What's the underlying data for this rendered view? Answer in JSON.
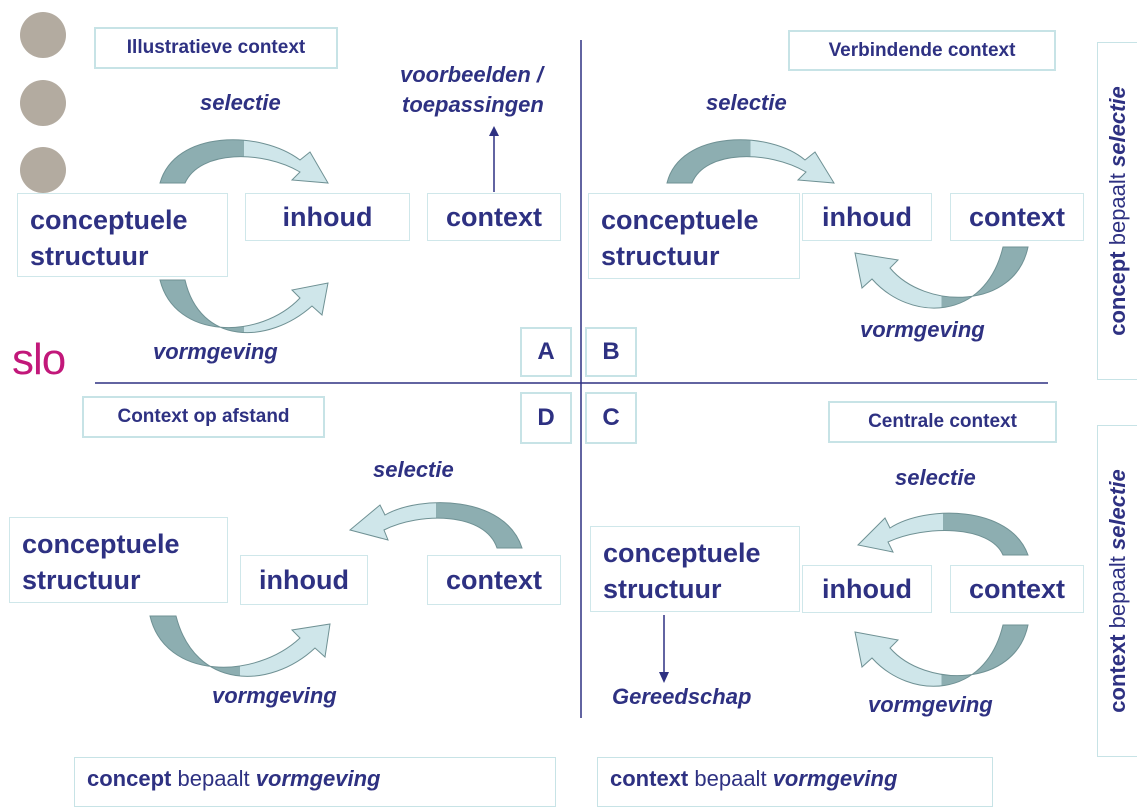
{
  "logo": "slo",
  "quadrants": {
    "A": {
      "letter": "A",
      "title": "Illustratieve context",
      "selectie": "selectie",
      "vormgeving": "vormgeving",
      "concept": [
        "conceptuele",
        "structuur"
      ],
      "inhoud": "inhoud",
      "context": "context",
      "voorbeelden": [
        "voorbeelden /",
        "toepassingen"
      ]
    },
    "B": {
      "letter": "B",
      "title": "Verbindende context",
      "selectie": "selectie",
      "vormgeving": "vormgeving",
      "concept": [
        "conceptuele",
        "structuur"
      ],
      "inhoud": "inhoud",
      "context": "context"
    },
    "C": {
      "letter": "C",
      "title": "Centrale context",
      "selectie": "selectie",
      "vormgeving": "vormgeving",
      "concept": [
        "conceptuele",
        "structuur"
      ],
      "inhoud": "inhoud",
      "context": "context",
      "gereedschap": "Gereedschap"
    },
    "D": {
      "letter": "D",
      "title": "Context op afstand",
      "selectie": "selectie",
      "vormgeving": "vormgeving",
      "concept": [
        "conceptuele",
        "structuur"
      ],
      "inhoud": "inhoud",
      "context": "context"
    }
  },
  "axes": {
    "bottom_left": {
      "bold": "concept",
      "normal": "bepaalt",
      "italic": "vormgeving"
    },
    "bottom_right": {
      "bold": "context",
      "normal": "bepaalt",
      "italic": "vormgeving"
    },
    "right_top": {
      "bold": "concept",
      "normal": "bepaalt",
      "italic": "selectie"
    },
    "right_bottom": {
      "bold": "context",
      "normal": "bepaalt",
      "italic": "selectie"
    }
  },
  "colors": {
    "text": "#2e3182",
    "line": "#2e3182",
    "box_border": "#c7e3e6",
    "arrow_light": "#cfe6ea",
    "arrow_dark": "#8daeb1",
    "logo": "#c2187a",
    "dots": "#b3aba0"
  }
}
